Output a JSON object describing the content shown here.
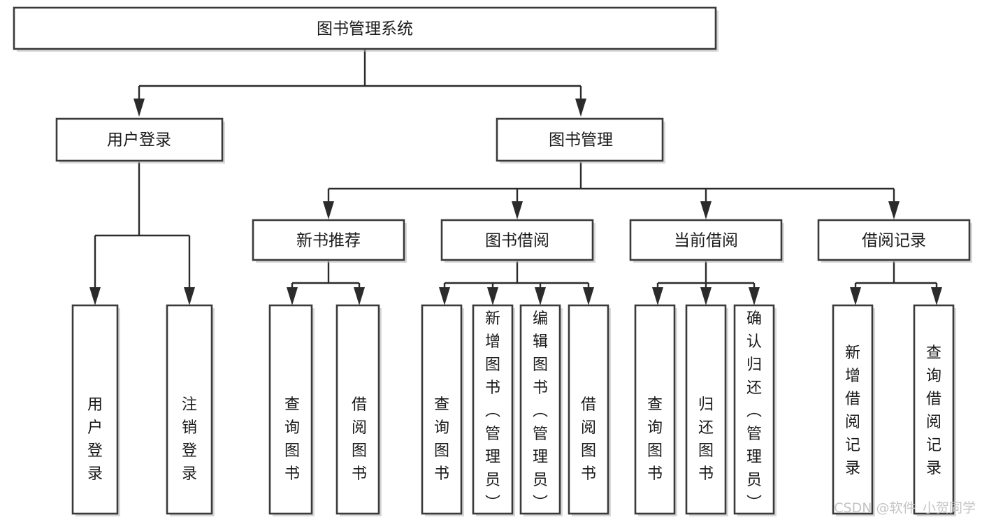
{
  "diagram": {
    "title": "图书管理系统",
    "type": "tree-hierarchy-chart",
    "orientation": "top-down",
    "colors": {
      "box_stroke": "#3a3a3a",
      "box_fill": "#ffffff",
      "connector": "#2b2b2b",
      "text": "#1a1a1a",
      "watermark": "#c4c4c4",
      "background": "#ffffff"
    },
    "root": {
      "label": "图书管理系统"
    },
    "level2": [
      {
        "id": "user-login",
        "label": "用户登录"
      },
      {
        "id": "book-manage",
        "label": "图书管理"
      }
    ],
    "level3": [
      {
        "id": "new-book-recommend",
        "label": "新书推荐",
        "parent": "book-manage"
      },
      {
        "id": "book-borrow",
        "label": "图书借阅",
        "parent": "book-manage"
      },
      {
        "id": "current-borrow",
        "label": "当前借阅",
        "parent": "book-manage"
      },
      {
        "id": "borrow-record",
        "label": "借阅记录",
        "parent": "book-manage"
      }
    ],
    "leaves": {
      "user-login": [
        {
          "id": "leaf-user-login",
          "label": "用户登录"
        },
        {
          "id": "leaf-logout",
          "label": "注销登录"
        }
      ],
      "new-book-recommend": [
        {
          "id": "leaf-query-book-1",
          "label": "查询图书"
        },
        {
          "id": "leaf-borrow-book-1",
          "label": "借阅图书"
        }
      ],
      "book-borrow": [
        {
          "id": "leaf-query-book-2",
          "label": "查询图书"
        },
        {
          "id": "leaf-add-book",
          "label": "新增图书（管理员）"
        },
        {
          "id": "leaf-edit-book",
          "label": "编辑图书（管理员）"
        },
        {
          "id": "leaf-borrow-book-2",
          "label": "借阅图书"
        }
      ],
      "current-borrow": [
        {
          "id": "leaf-query-book-3",
          "label": "查询图书"
        },
        {
          "id": "leaf-return-book",
          "label": "归还图书"
        },
        {
          "id": "leaf-confirm-return",
          "label": "确认归还（管理员）"
        }
      ],
      "borrow-record": [
        {
          "id": "leaf-add-record",
          "label": "新增借阅记录"
        },
        {
          "id": "leaf-query-record",
          "label": "查询借阅记录"
        }
      ]
    },
    "watermark": "CSDN @软件_小贺同学"
  }
}
